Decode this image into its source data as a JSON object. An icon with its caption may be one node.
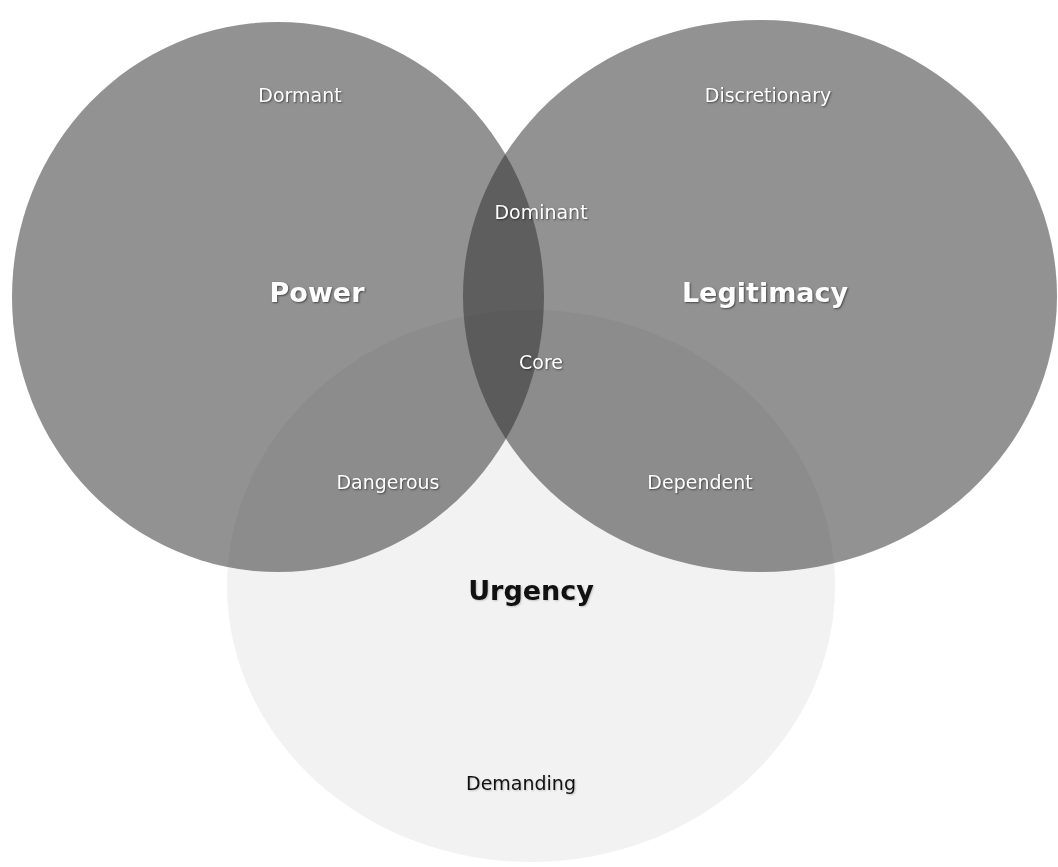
{
  "diagram": {
    "nodes": [
      {
        "text": [
          "Urgency",
          "Demanding"
        ]
      },
      {
        "text": [
          "Dormant",
          "Power"
        ]
      },
      {
        "text": [
          "Discretionary",
          "Legitimacy"
        ]
      }
    ],
    "labels": [
      "Dominant",
      "Core",
      "Dangerous",
      "Dependent"
    ]
  }
}
